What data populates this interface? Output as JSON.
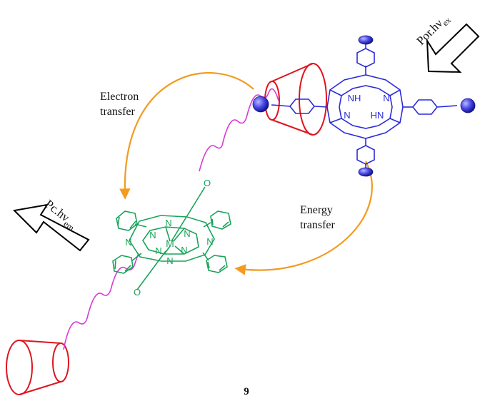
{
  "labels": {
    "electron_transfer_line1": "Electron",
    "electron_transfer_line2": "transfer",
    "energy_transfer_line1": "Energy",
    "energy_transfer_line2": "transfer",
    "porphyrin_excitation_main": "Por.hν",
    "porphyrin_excitation_sub": "ex",
    "phthalocyanine_emission_main": "Pc.hν",
    "phthalocyanine_emission_sub": "em",
    "compound_number": "9"
  },
  "atoms": {
    "linker_oxygen": "O",
    "metal": "M",
    "nitrogen": "N",
    "nh": "NH",
    "hn": "HN"
  },
  "colors": {
    "porphyrin": "#2b2bd9",
    "phthalocyanine": "#1aa35a",
    "cyclodextrin": "#e0141e",
    "linker": "#d63ad6",
    "arrow": "#f39a1f",
    "text": "#111111"
  }
}
